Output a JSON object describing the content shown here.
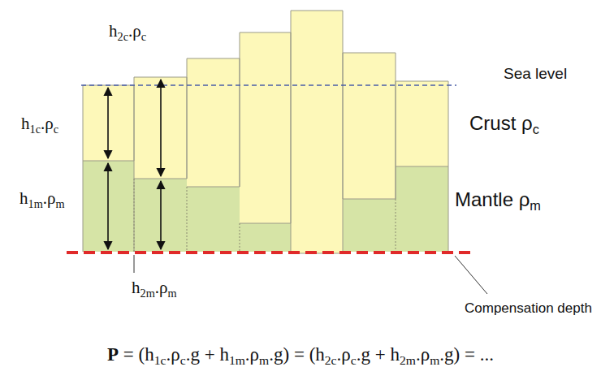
{
  "diagram": {
    "labels": [
      "h2c.ρc",
      "Sea level",
      "h1c.ρc",
      "Crust ρc",
      "h1m.ρm",
      "Mantle ρm",
      "h2m.ρm",
      "Compensation depth",
      "P = (h1c.ρc.g + h1m.ρm.g) = (h2c.ρc.g + h2m.ρm.g) = ..."
    ]
  }
}
